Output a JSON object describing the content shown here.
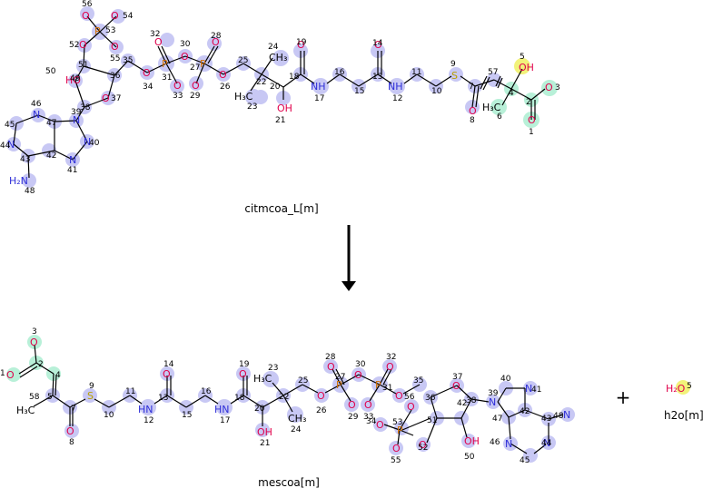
{
  "reaction": {
    "reactant": {
      "name": "citmcoa_L[m]"
    },
    "products": [
      {
        "name": "mescoa[m]"
      },
      {
        "name": "h2o[m]",
        "formula": "H2O",
        "atom_number": "5"
      }
    ],
    "plus_sign": "+"
  },
  "colors": {
    "oxygen": "#e0004b",
    "nitrogen": "#2f2fd8",
    "sulfur": "#b8a000",
    "phosphorus": "#d07000",
    "carbon": "#000000",
    "highlight_blue": "#c8c8f4",
    "highlight_green": "#b8f0d8",
    "highlight_yellow": "#f2f27a"
  }
}
